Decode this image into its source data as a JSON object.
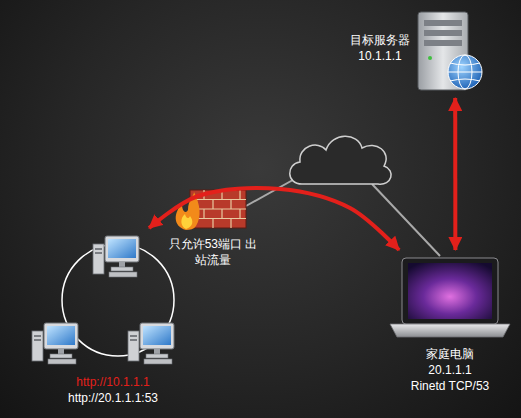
{
  "diagram": {
    "nodes": [
      {
        "text": [
          "目标服务器",
          "10.1.1.1"
        ]
      },
      {
        "text": [
          "只允许53端口 出站流量"
        ]
      },
      {
        "text": [
          "http://10.1.1.1",
          "http://20.1.1.1:53"
        ]
      },
      {
        "text": [
          "家庭电脑",
          "20.1.1.1",
          "Rinetd TCP/53"
        ]
      }
    ],
    "edges": [
      {
        "from": 2,
        "to": 3,
        "arrow": "both"
      },
      {
        "from": 0,
        "to": 3,
        "arrow": "both"
      }
    ]
  }
}
